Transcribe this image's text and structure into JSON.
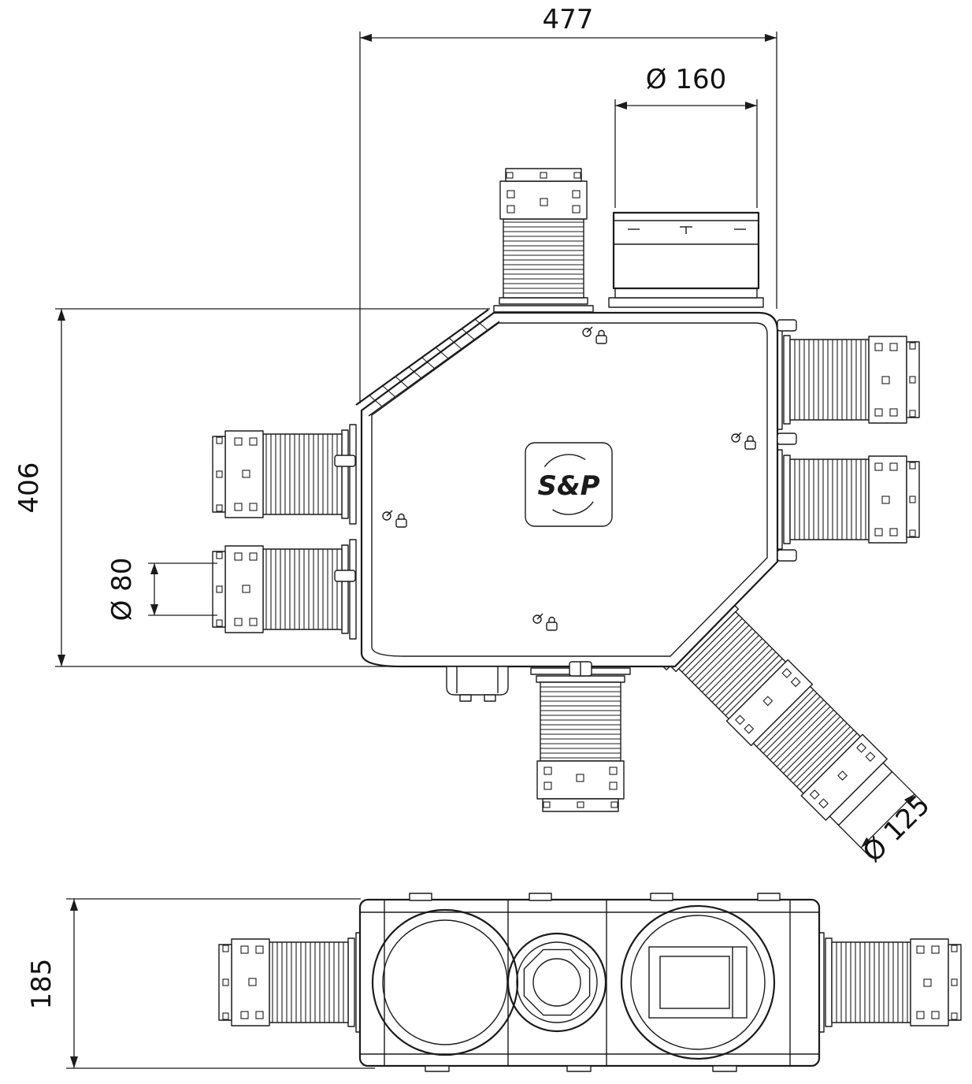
{
  "drawing": {
    "logo_text": "S&P",
    "dimensions": {
      "overall_width": "477",
      "top_port_diameter": "Ø 160",
      "overall_depth": "406",
      "left_port_diameter": "Ø 80",
      "diagonal_port_diameter": "Ø 125",
      "overall_height": "185"
    }
  }
}
